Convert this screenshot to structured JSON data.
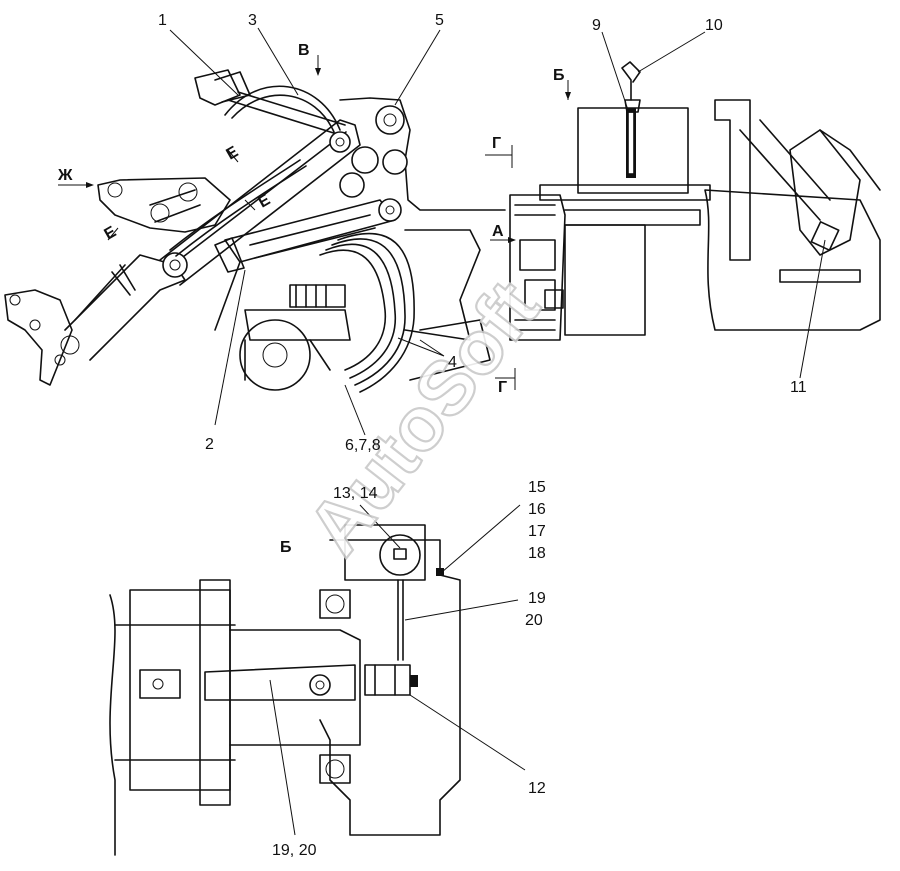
{
  "watermark": "AutoSoft",
  "callouts": {
    "c1": "1",
    "c2": "2",
    "c3": "3",
    "c4": "4",
    "c5": "5",
    "c678": "6,7,8",
    "c9": "9",
    "c10": "10",
    "c11": "11",
    "c12": "12",
    "c1314": "13, 14",
    "c15": "15",
    "c16": "16",
    "c17": "17",
    "c18": "18",
    "c19": "19",
    "c20": "20",
    "c1920": "19, 20"
  },
  "view_marks": {
    "v": "В",
    "b_top": "Б",
    "zh": "Ж",
    "g_top": "Г",
    "a": "А",
    "g_bottom": "Г",
    "b_view": "Б",
    "e1": "Е",
    "e2": "Е",
    "e3": "Е"
  }
}
